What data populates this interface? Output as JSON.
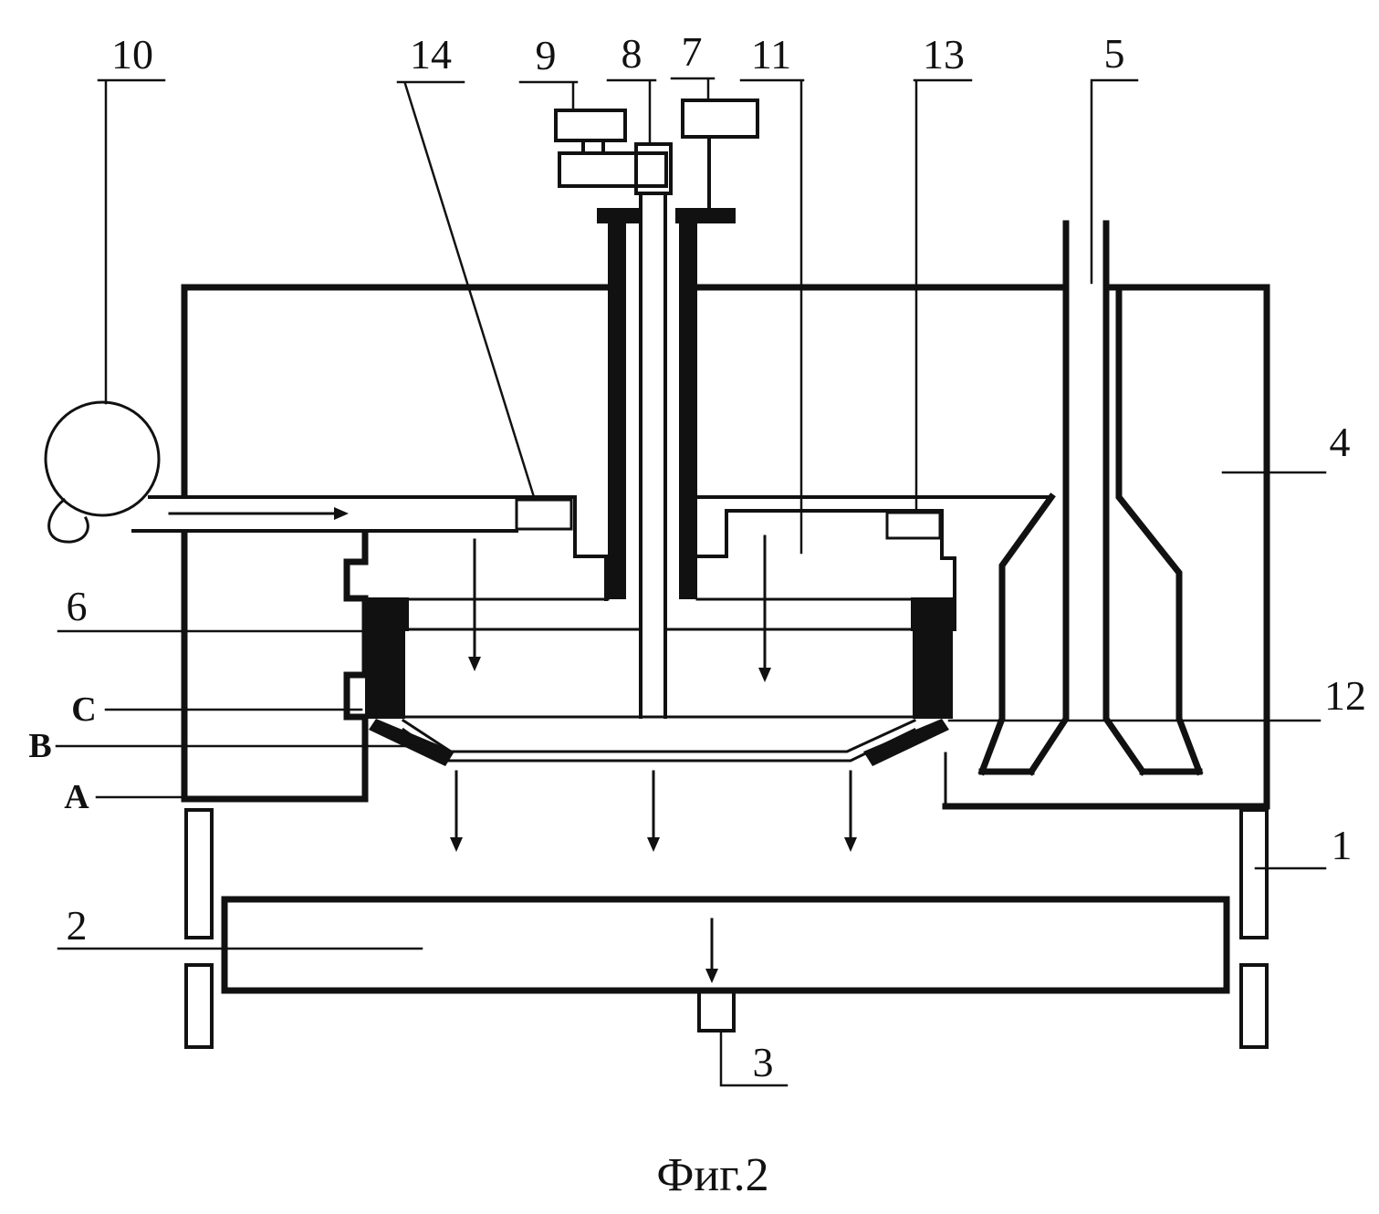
{
  "figure": {
    "caption": "Фиг.2"
  },
  "labels": {
    "n1": "1",
    "n2": "2",
    "n3": "3",
    "n4": "4",
    "n5": "5",
    "n6": "6",
    "n7": "7",
    "n8": "8",
    "n9": "9",
    "n10": "10",
    "n11": "11",
    "n12": "12",
    "n13": "13",
    "n14": "14",
    "zoneA": "A",
    "zoneB": "B",
    "zoneC": "C"
  },
  "colors": {
    "ink": "#111111",
    "background": "#ffffff"
  }
}
